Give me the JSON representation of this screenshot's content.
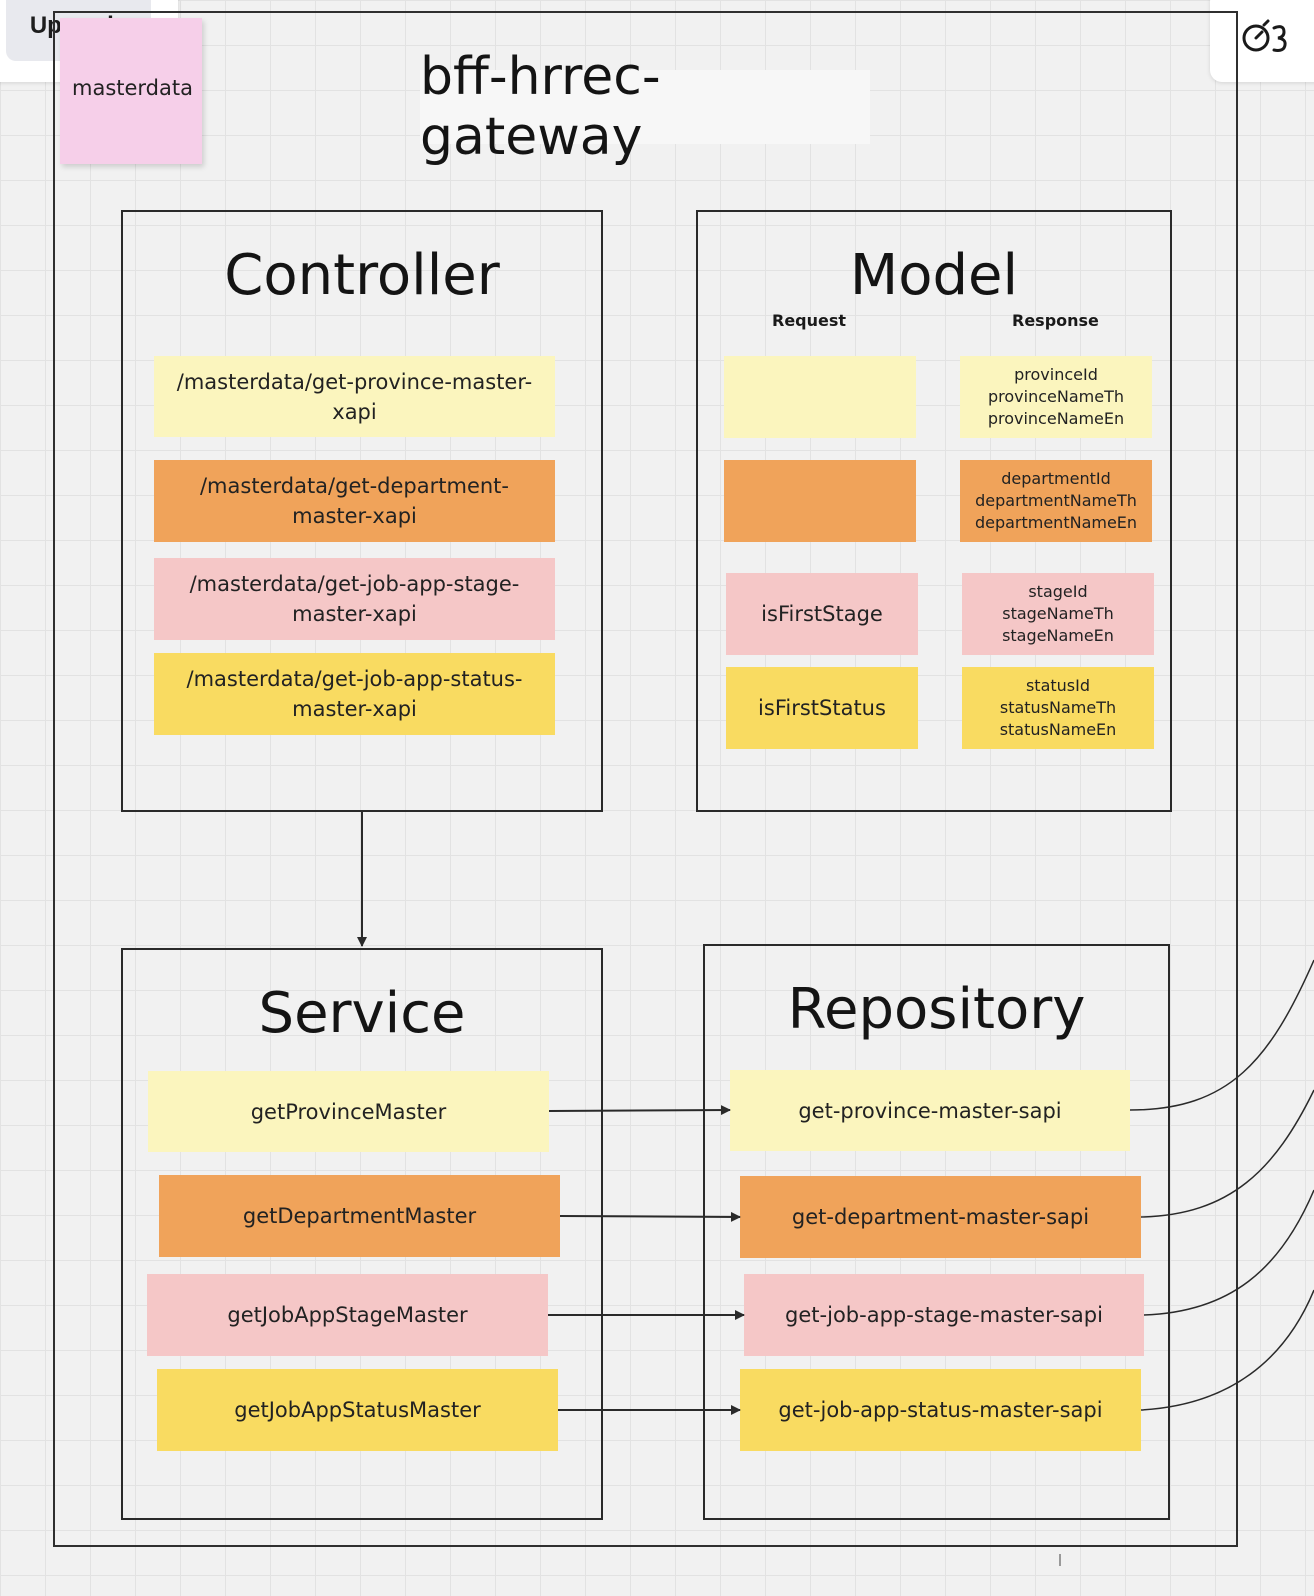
{
  "toolbar": {
    "upgrade_label": "Upgrade"
  },
  "note": {
    "label": "masterdata"
  },
  "diagram": {
    "title": "bff-hrrec-gateway",
    "controller": {
      "title": "Controller",
      "items": [
        {
          "text": "/masterdata/get-province-master-xapi",
          "color": "#fbf5be"
        },
        {
          "text": "/masterdata/get-department-master-xapi",
          "color": "#f0a35a"
        },
        {
          "text": "/masterdata/get-job-app-stage-master-xapi",
          "color": "#f5c7c7"
        },
        {
          "text": "/masterdata/get-job-app-status-master-xapi",
          "color": "#f9db61"
        }
      ]
    },
    "model": {
      "title": "Model",
      "request_header": "Request",
      "response_header": "Response",
      "requests": [
        "",
        "",
        "isFirstStage",
        "isFirstStatus"
      ],
      "responses": [
        [
          "provinceId",
          "provinceNameTh",
          "provinceNameEn"
        ],
        [
          "departmentId",
          "departmentNameTh",
          "departmentNameEn"
        ],
        [
          "stageId",
          "stageNameTh",
          "stageNameEn"
        ],
        [
          "statusId",
          "statusNameTh",
          "statusNameEn"
        ]
      ]
    },
    "service": {
      "title": "Service",
      "items": [
        "getProvinceMaster",
        "getDepartmentMaster",
        "getJobAppStageMaster",
        "getJobAppStatusMaster"
      ]
    },
    "repository": {
      "title": "Repository",
      "items": [
        "get-province-master-sapi",
        "get-department-master-sapi",
        "get-job-app-stage-master-sapi",
        "get-job-app-status-master-sapi"
      ]
    }
  },
  "colors": {
    "light_yellow": "#fbf5be",
    "orange": "#f0a35a",
    "pink": "#f5c7c7",
    "yellow": "#f9db61",
    "note_pink": "#f6cfe9"
  }
}
